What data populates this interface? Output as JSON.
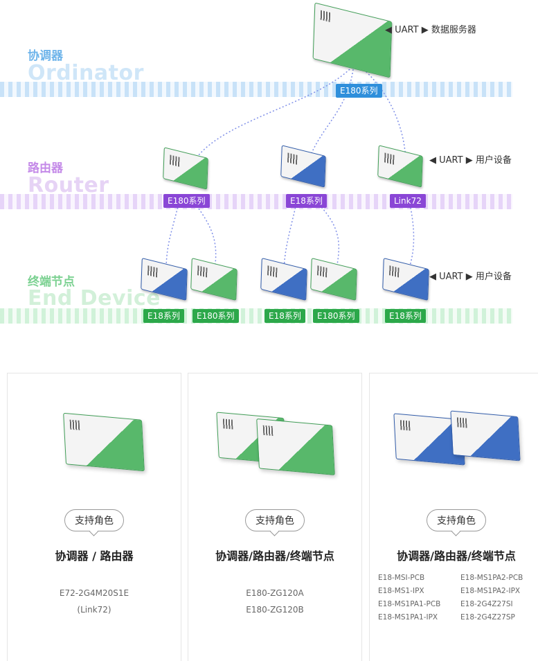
{
  "levels": {
    "coordinator": {
      "cn": "协调器",
      "en": "Ordinator"
    },
    "router": {
      "cn": "路由器",
      "en": "Router"
    },
    "end_device": {
      "cn": "终端节点",
      "en": "End Device"
    }
  },
  "uart": {
    "coordinator": "◀ UART ▶ 数据服务器",
    "router": "◀ UART ▶ 用户设备",
    "end_device": "◀ UART ▶ 用户设备"
  },
  "tags": {
    "coordinator": "E180系列",
    "router": [
      "E180系列",
      "E18系列",
      "Link72"
    ],
    "end_device": [
      "E18系列",
      "E180系列",
      "E18系列",
      "E180系列",
      "E18系列"
    ]
  },
  "cards": [
    {
      "badge": "支持角色",
      "roles": "协调器 / 路由器",
      "models": [
        "E72-2G4M20S1E",
        "(Link72)"
      ]
    },
    {
      "badge": "支持角色",
      "roles": "协调器/路由器/终端节点",
      "models": [
        "E180-ZG120A",
        "E180-ZG120B"
      ]
    },
    {
      "badge": "支持角色",
      "roles": "协调器/路由器/终端节点",
      "models": [
        "E18-MSI-PCB",
        "E18-MS1PA2-PCB",
        "E18-MS1-IPX",
        "E18-MS1PA2-IPX",
        "E18-MS1PA1-PCB",
        "E18-2G4Z27SI",
        "E18-MS1PA1-IPX",
        "E18-2G4Z27SP"
      ]
    }
  ],
  "colors": {
    "blue": "#2f8fdb",
    "purple": "#8a46d6",
    "green": "#2ca84a"
  },
  "icons": [
    "module-image"
  ]
}
